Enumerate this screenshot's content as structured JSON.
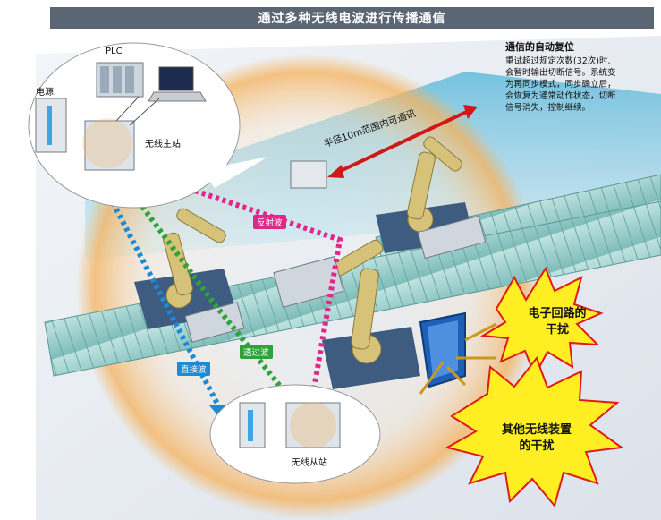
{
  "title": "通过多种无线电波进行传播通信",
  "recovery": {
    "heading": "通信的自动复位",
    "lines": [
      "重试超过规定次数(32次)时,",
      "会暂时输出切断信号。系统变",
      "为再同步模式，同步确立后，",
      "会恢复为通常动作状态，切断",
      "信号消失，控制继续。"
    ]
  },
  "labels": {
    "plc": "PLC",
    "power": "电源",
    "master": "无线主站",
    "slave": "无线从站",
    "range": "半径10m范围内可通讯"
  },
  "waves": {
    "reflected": "反射波",
    "transmitted": "透过波",
    "direct": "直接波"
  },
  "interference": {
    "electronic": [
      "电子回路的",
      "干扰"
    ],
    "other_wireless": [
      "其他无线装置",
      "的干扰"
    ]
  },
  "colors": {
    "title_bar": "#5b6674",
    "reflected_wave": "#e0288a",
    "transmitted_wave": "#2fa23a",
    "direct_wave": "#1c8ad6",
    "coverage_glow": "#f6b15a",
    "burst_fill": "#ffee22",
    "burst_stroke": "#e01a1a",
    "conveyor": "#9fd1cf",
    "robot": "#d7c27a",
    "shield": "#1e5fb8"
  }
}
